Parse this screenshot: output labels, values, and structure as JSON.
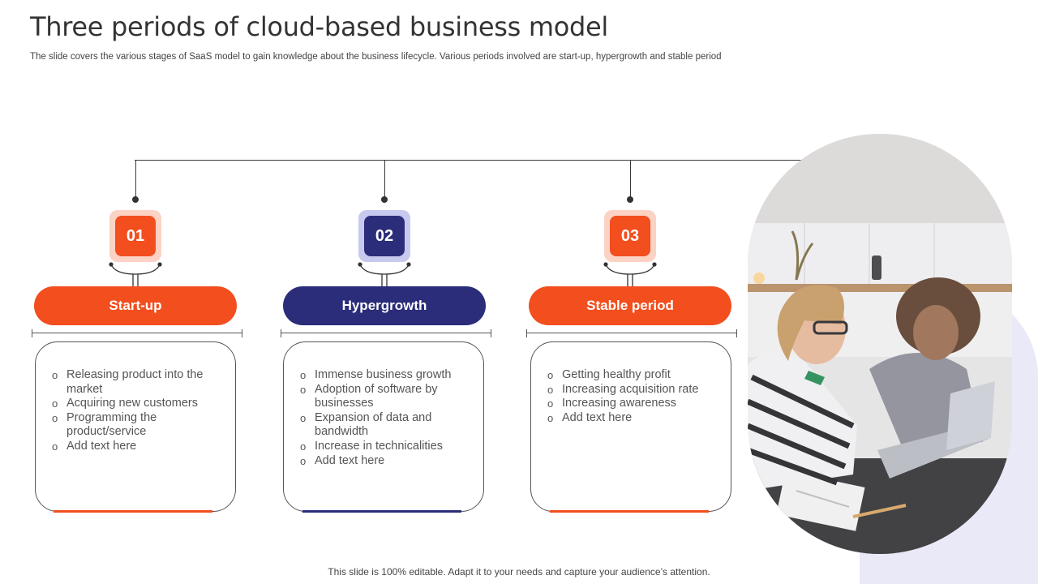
{
  "header": {
    "title": "Three periods of cloud-based business model",
    "subtitle": "The slide covers the various stages of SaaS model to gain knowledge about the business lifecycle. Various periods involved are start-up, hypergrowth and stable period"
  },
  "colors": {
    "orange": "#f24e1e",
    "orange_light": "#fbd2c4",
    "navy": "#2b2d7a",
    "navy_light": "#c8c9ee",
    "lavender": "#e6e5f7"
  },
  "periods": [
    {
      "number": "01",
      "label": "Start-up",
      "color": "orange",
      "items": [
        "Releasing product into the market",
        "Acquiring new customers",
        "Programming the product/service",
        "Add text here"
      ]
    },
    {
      "number": "02",
      "label": "Hypergrowth",
      "color": "navy",
      "items": [
        "Immense business growth",
        "Adoption of software by businesses",
        "Expansion of data and bandwidth",
        "Increase in technicalities",
        "Add text here"
      ]
    },
    {
      "number": "03",
      "label": "Stable period",
      "color": "orange",
      "items": [
        "Getting healthy profit",
        "Increasing acquisition rate",
        "Increasing awareness",
        "Add text here"
      ]
    }
  ],
  "footer": {
    "text": "This slide is 100% editable. Adapt it to your needs and capture your audience’s attention."
  }
}
